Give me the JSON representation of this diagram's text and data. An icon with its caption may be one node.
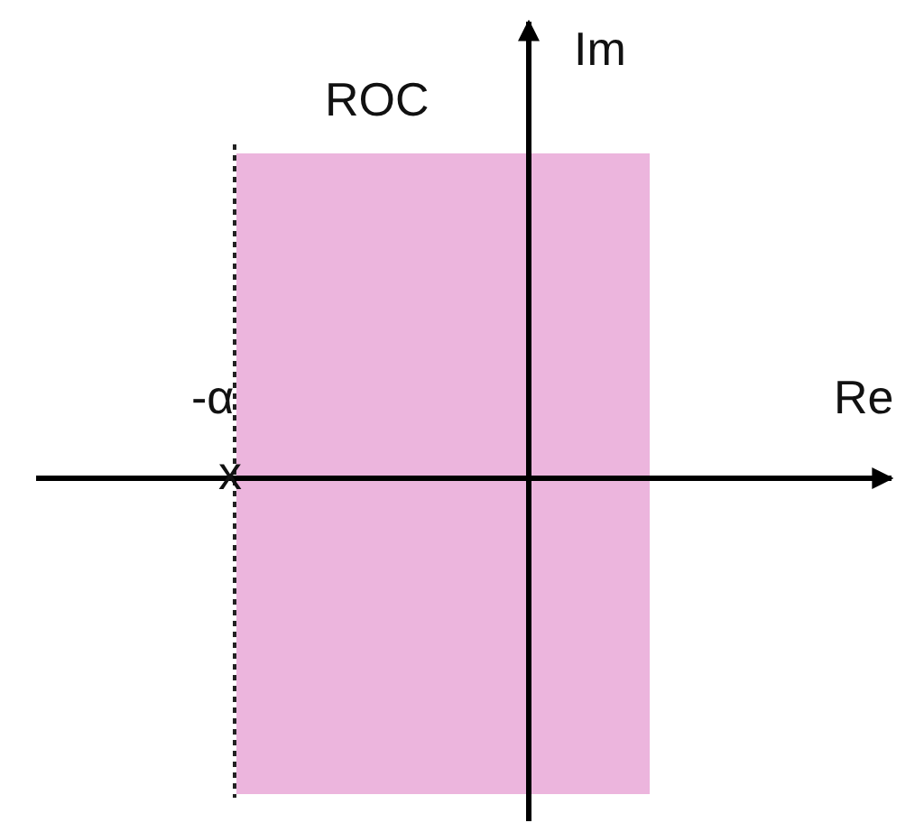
{
  "diagram": {
    "labels": [
      "ROC",
      "Im",
      "-α",
      "Re",
      "x"
    ]
  }
}
